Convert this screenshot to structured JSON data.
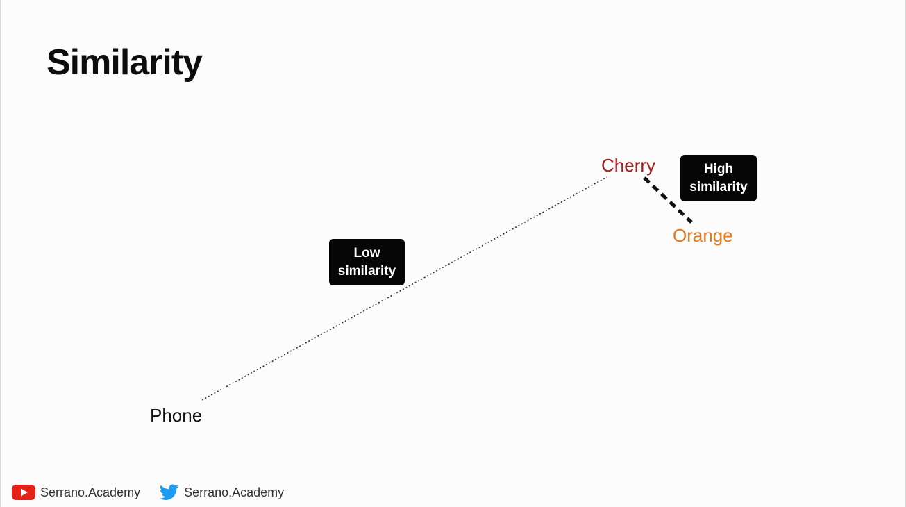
{
  "slide": {
    "title": "Similarity"
  },
  "words": {
    "phone": "Phone",
    "cherry": "Cherry",
    "orange": "Orange"
  },
  "badges": {
    "low": [
      "Low",
      "similarity"
    ],
    "high": [
      "High",
      "similarity"
    ]
  },
  "footer": {
    "youtube_handle": "Serrano.Academy",
    "twitter_handle": "Serrano.Academy"
  },
  "colors": {
    "cherry": "#a41c1c",
    "orange": "#e07a1f",
    "badge_bg": "#060606",
    "youtube": "#e62117",
    "twitter": "#1d9bf0"
  },
  "icons": {
    "youtube": "youtube-icon",
    "twitter": "twitter-bird-icon"
  }
}
